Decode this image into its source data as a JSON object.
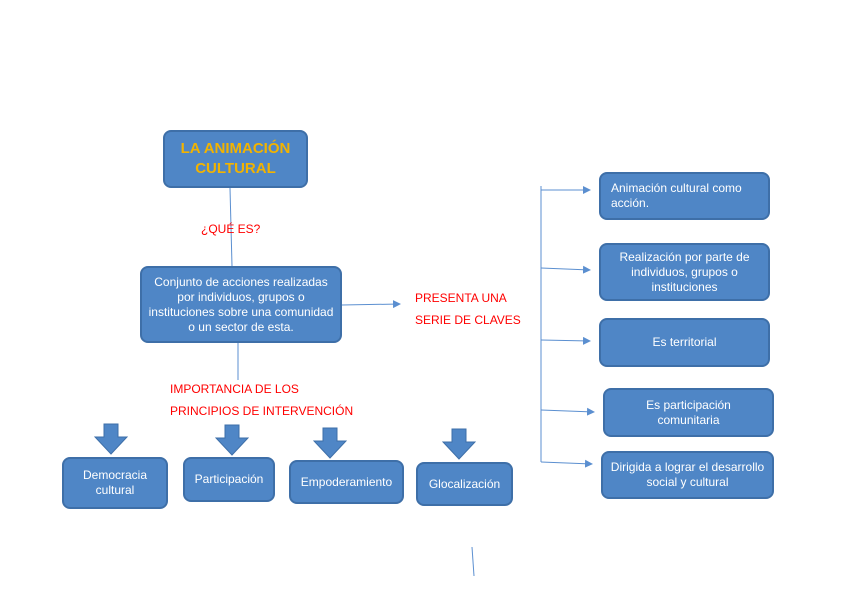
{
  "title": {
    "line1": "LA ANIMACIÓN",
    "line2": "CULTURAL"
  },
  "question_label": "¿QUÉ ES?",
  "definition": "Conjunto de acciones realizadas por individuos, grupos o instituciones sobre una comunidad o un sector de esta.",
  "keys_label": {
    "line1": "PRESENTA UNA",
    "line2": "SERIE DE CLAVES"
  },
  "importance_label": {
    "line1": "IMPORTANCIA DE LOS",
    "line2": "PRINCIPIOS DE INTERVENCIÓN"
  },
  "principles": [
    "Democracia cultural",
    "Participación",
    "Empoderamiento",
    "Glocalización"
  ],
  "keys": [
    "Animación cultural como acción.",
    "Realización por parte de individuos, grupos o instituciones",
    "Es territorial",
    "Es participación comunitaria",
    "Dirigida a lograr el desarrollo social y cultural"
  ],
  "colors": {
    "box_fill": "#4f86c6",
    "title_text": "#f2b300",
    "label_text": "#ff0000",
    "connector": "#5b8fd0"
  }
}
